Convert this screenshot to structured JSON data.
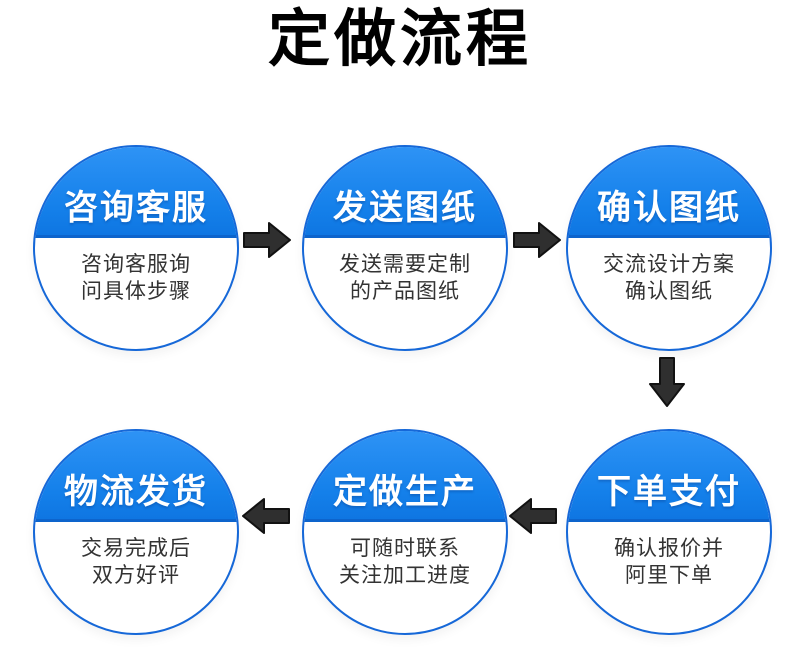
{
  "page": {
    "title": "定做流程"
  },
  "colors": {
    "title_text": "#000000",
    "circle_fill_blue": "#1480ea",
    "circle_border_blue": "#1668d8",
    "divider_blue": "#0d64cc",
    "circle_title_text": "#ffffff",
    "circle_desc_text": "#333333",
    "arrow_fill": "#2f2f2f"
  },
  "steps": [
    {
      "id": 1,
      "title": "咨询客服",
      "desc_line1": "咨询客服询",
      "desc_line2": "问具体步骤"
    },
    {
      "id": 2,
      "title": "发送图纸",
      "desc_line1": "发送需要定制",
      "desc_line2": "的产品图纸"
    },
    {
      "id": 3,
      "title": "确认图纸",
      "desc_line1": "交流设计方案",
      "desc_line2": "确认图纸"
    },
    {
      "id": 4,
      "title": "下单支付",
      "desc_line1": "确认报价并",
      "desc_line2": "阿里下单"
    },
    {
      "id": 5,
      "title": "定做生产",
      "desc_line1": "可随时联系",
      "desc_line2": "关注加工进度"
    },
    {
      "id": 6,
      "title": "物流发货",
      "desc_line1": "交易完成后",
      "desc_line2": "双方好评"
    }
  ],
  "arrows": [
    {
      "name": "arrow-step1-to-step2",
      "direction": "right"
    },
    {
      "name": "arrow-step2-to-step3",
      "direction": "right"
    },
    {
      "name": "arrow-step3-to-step4",
      "direction": "down"
    },
    {
      "name": "arrow-step4-to-step5",
      "direction": "left"
    },
    {
      "name": "arrow-step5-to-step6",
      "direction": "left"
    }
  ]
}
